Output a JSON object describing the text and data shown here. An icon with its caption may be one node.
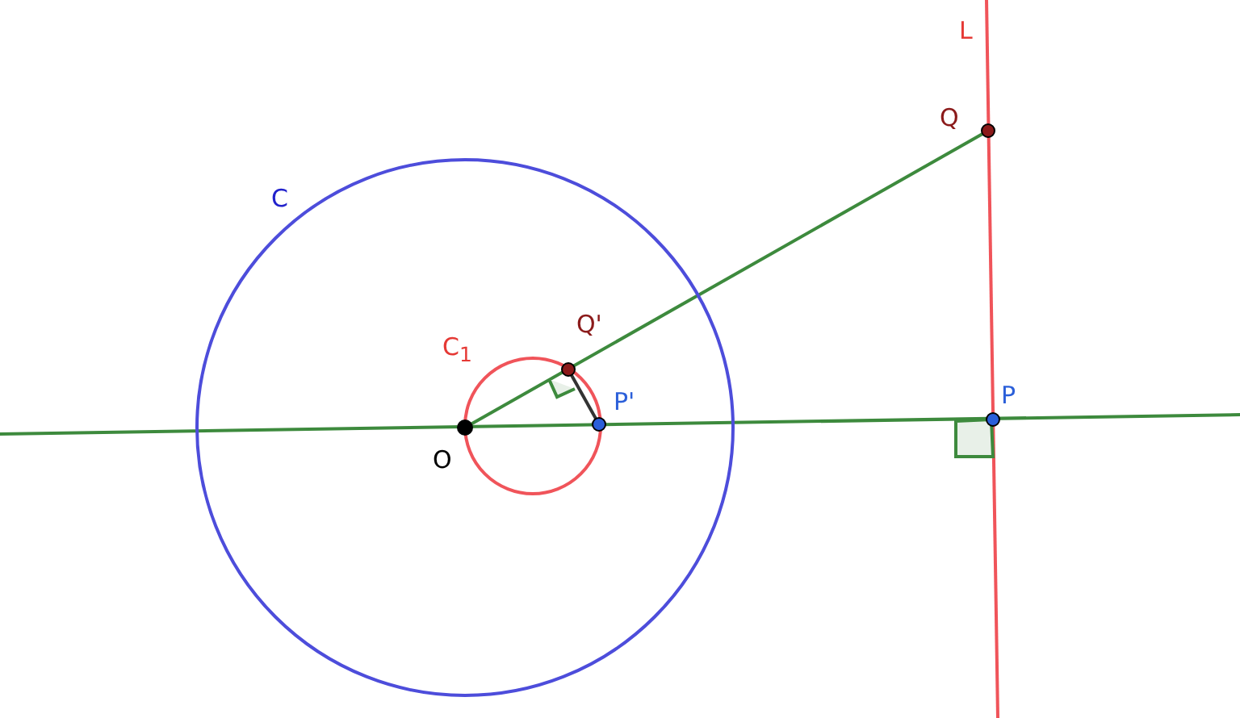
{
  "diagram": {
    "labels": [
      "L",
      "Q",
      "C",
      "C$_{1}$",
      "Q'",
      "P'",
      "P",
      "O"
    ]
  }
}
